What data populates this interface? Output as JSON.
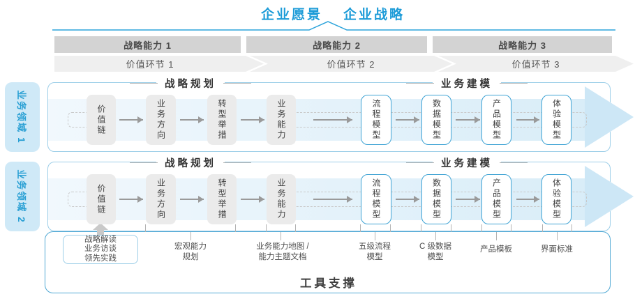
{
  "colors": {
    "accent_blue": "#1E9CD8",
    "panel_border_blue": "#9CCEE8",
    "box_border_blue": "#3FA3D4",
    "container_border_blue": "#4FA8D4",
    "bar_gray": "#d3d3d3",
    "band_blue": "#d9edf8"
  },
  "header": {
    "vision": "企业愿景",
    "strategy": "企业战略"
  },
  "strategic_capabilities": [
    "战略能力 1",
    "战略能力 2",
    "战略能力 3"
  ],
  "value_links": [
    "价值环节 1",
    "价值环节 2",
    "价值环节 3"
  ],
  "domains": [
    {
      "label": "业务领域 1",
      "planning_title": "战略规划",
      "modeling_title": "业务建模",
      "planning_boxes": [
        "价值链",
        "业务方向",
        "转型举措",
        "业务能力"
      ],
      "modeling_boxes": [
        "流程模型",
        "数据模型",
        "产品模型",
        "体验模型"
      ]
    },
    {
      "label": "业务领域 2",
      "planning_title": "战略规划",
      "modeling_title": "业务建模",
      "planning_boxes": [
        "价值链",
        "业务方向",
        "转型举措",
        "业务能力"
      ],
      "modeling_boxes": [
        "流程模型",
        "数据模型",
        "产品模型",
        "体验模型"
      ]
    }
  ],
  "annotations": {
    "practice_box": [
      "战略解读",
      "业务访谈",
      "领先实践"
    ],
    "labels": [
      {
        "lines": [
          "宏观能力",
          "规划"
        ]
      },
      {
        "lines": [
          "业务能力地图 /",
          "能力主题文档"
        ]
      },
      {
        "lines": [
          "五级流程",
          "模型"
        ]
      },
      {
        "lines": [
          "C 级数据",
          "模型"
        ]
      },
      {
        "lines": [
          "产品模板"
        ]
      },
      {
        "lines": [
          "界面标准"
        ]
      }
    ]
  },
  "footer": {
    "tools_title": "工具支撑"
  }
}
